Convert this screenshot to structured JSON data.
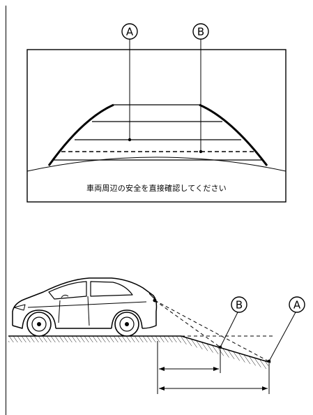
{
  "monitor": {
    "caption": "車両周辺の安全を直接確認してください"
  },
  "markers": {
    "a": "A",
    "b": "B"
  }
}
